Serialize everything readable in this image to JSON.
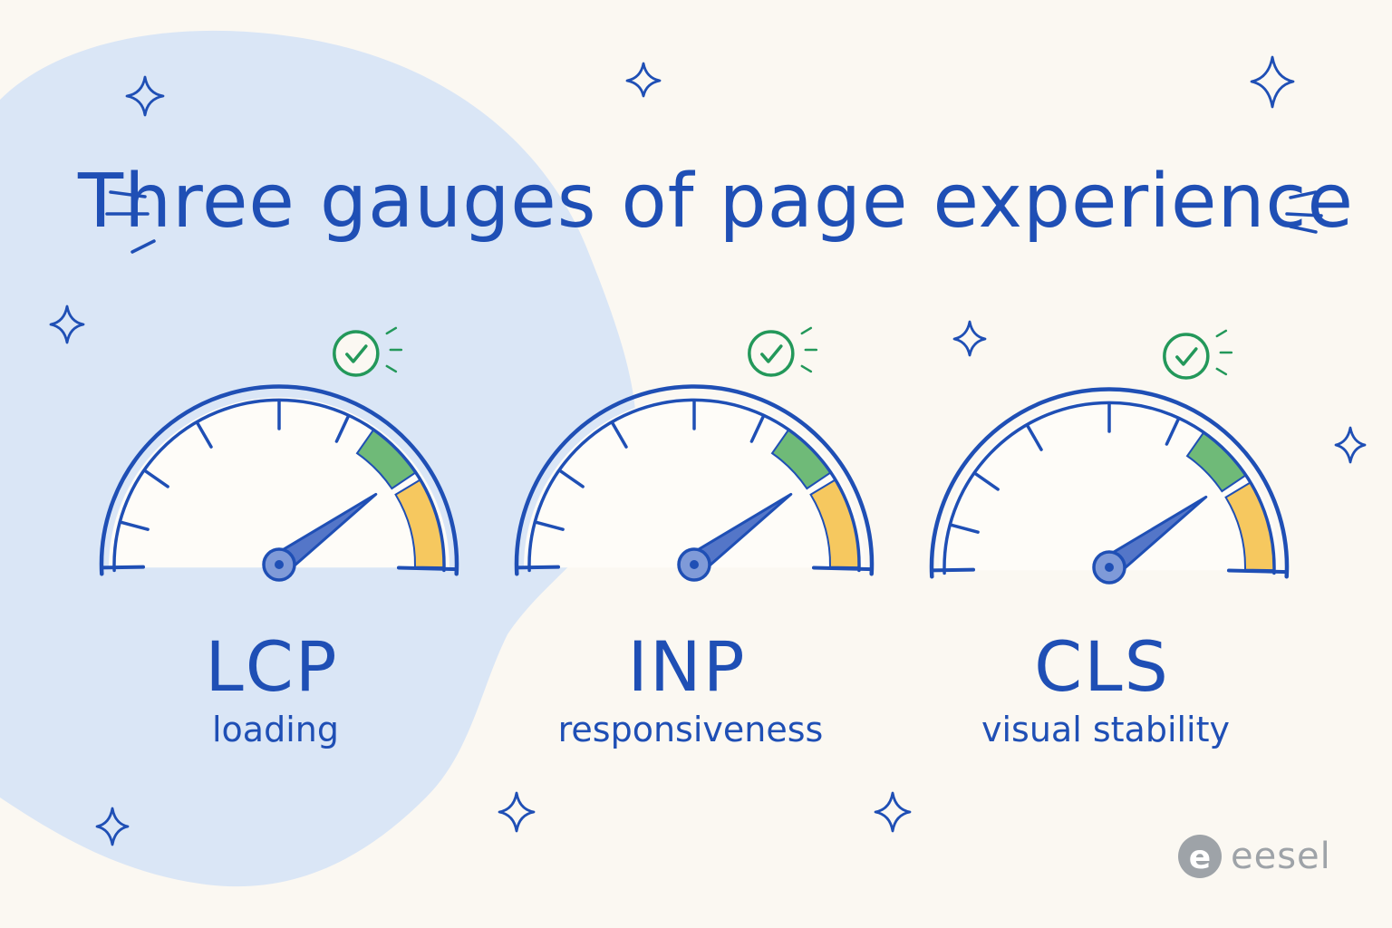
{
  "title": "Three gauges of page experience",
  "colors": {
    "ink": "#1f4fb5",
    "good_zone": "#6fba78",
    "needs_improvement_zone": "#f6c85f",
    "check": "#23985a",
    "blob": "#dae6f6",
    "background": "#fbf8f2",
    "logo": "#9ea3a8"
  },
  "gauges": [
    {
      "metric": "LCP",
      "caption": "loading",
      "status_icon": "check-circle-icon",
      "needle_level_percent": 80
    },
    {
      "metric": "INP",
      "caption": "responsiveness",
      "status_icon": "check-circle-icon",
      "needle_level_percent": 80
    },
    {
      "metric": "CLS",
      "caption": "visual stability",
      "status_icon": "check-circle-icon",
      "needle_level_percent": 80
    }
  ],
  "decorations": {
    "sparkle_icon": "sparkle-icon",
    "motion_lines_icon": "motion-lines-icon"
  },
  "logo": {
    "letter": "e",
    "name": "eesel"
  }
}
